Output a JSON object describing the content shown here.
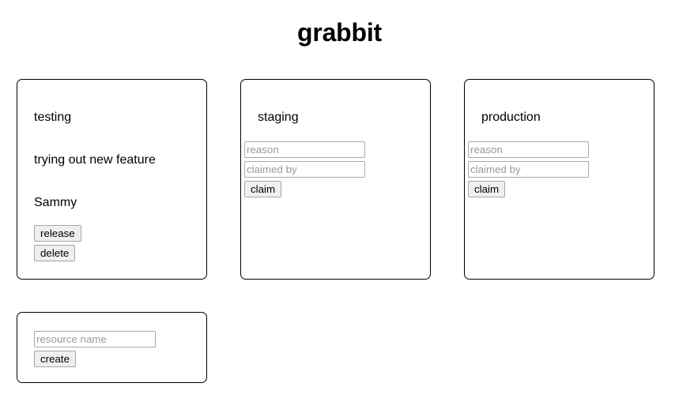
{
  "app": {
    "title": "grabbit"
  },
  "resources": [
    {
      "name": "testing",
      "state": "claimed",
      "reason": "trying out new feature",
      "claimed_by": "Sammy",
      "actions": [
        {
          "label": "release",
          "name": "release-button"
        },
        {
          "label": "delete",
          "name": "delete-button"
        }
      ]
    },
    {
      "name": "staging",
      "state": "available",
      "form": {
        "reason_placeholder": "reason",
        "reason_value": "",
        "claimed_by_placeholder": "claimed by",
        "claimed_by_value": "",
        "submit_label": "claim"
      }
    },
    {
      "name": "production",
      "state": "available",
      "form": {
        "reason_placeholder": "reason",
        "reason_value": "",
        "claimed_by_placeholder": "claimed by",
        "claimed_by_value": "",
        "submit_label": "claim"
      }
    }
  ],
  "create": {
    "resource_name_placeholder": "resource name",
    "resource_name_value": "",
    "submit_label": "create"
  },
  "colors": {
    "page_background": "#ffffff",
    "card_border": "#000000",
    "input_border": "#a9a9a9",
    "button_background": "#efefef",
    "button_border": "#a6a6a6",
    "placeholder_text": "#9a9a9a",
    "text": "#000000"
  }
}
